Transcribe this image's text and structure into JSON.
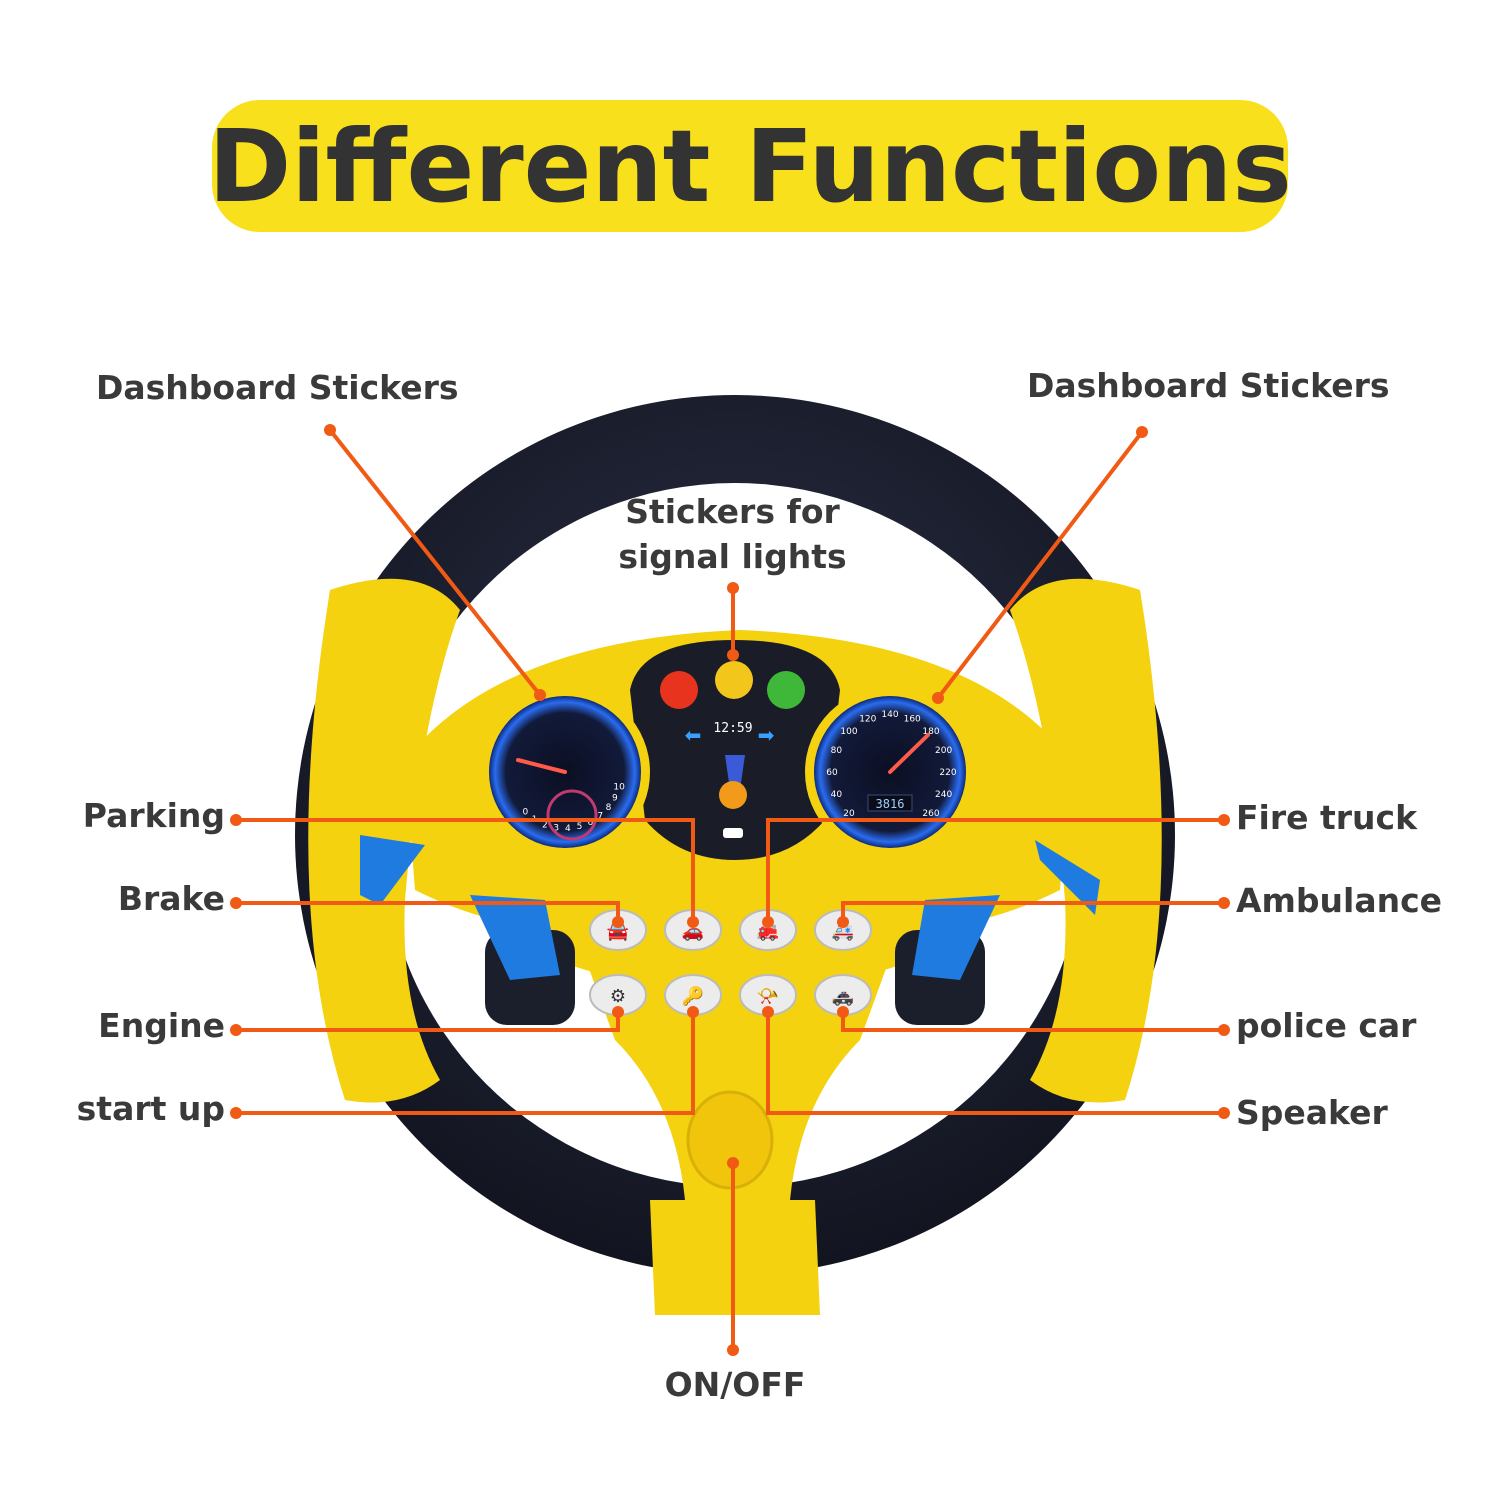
{
  "title": "Different Functions",
  "colors": {
    "title_bg": "#f9e01c",
    "wheel_yellow": "#f4d20f",
    "rim_black": "#1b1e2b",
    "callout_orange": "#f05a14",
    "light_red": "#e8331e",
    "light_yellow": "#f2c61a",
    "light_green": "#3fb83a",
    "gauge_blue": "#1a5fd8"
  },
  "labels": {
    "dashboard_left": "Dashboard Stickers",
    "dashboard_right": "Dashboard Stickers",
    "signal_lights_line1": "Stickers for",
    "signal_lights_line2": "signal lights",
    "parking": "Parking",
    "brake": "Brake",
    "engine": "Engine",
    "start_up": "start up",
    "fire_truck": "Fire truck",
    "ambulance": "Ambulance",
    "police_car": "police car",
    "speaker": "Speaker",
    "on_off": "ON/OFF"
  },
  "dashboard": {
    "clock": "12:59",
    "tacho_ticks": [
      "0",
      "1",
      "2",
      "3",
      "4",
      "5",
      "6",
      "7",
      "8",
      "9",
      "10"
    ],
    "speedo_ticks": [
      "20",
      "40",
      "60",
      "80",
      "100",
      "120",
      "140",
      "160",
      "180",
      "200",
      "220",
      "240",
      "260"
    ],
    "odometer": "3816"
  },
  "buttons": {
    "top_row": [
      "car-icon",
      "car-icon",
      "fire-truck-icon",
      "ambulance-icon"
    ],
    "bottom_row": [
      "engine-icon",
      "key-icon",
      "horn-icon",
      "police-car-icon"
    ]
  }
}
